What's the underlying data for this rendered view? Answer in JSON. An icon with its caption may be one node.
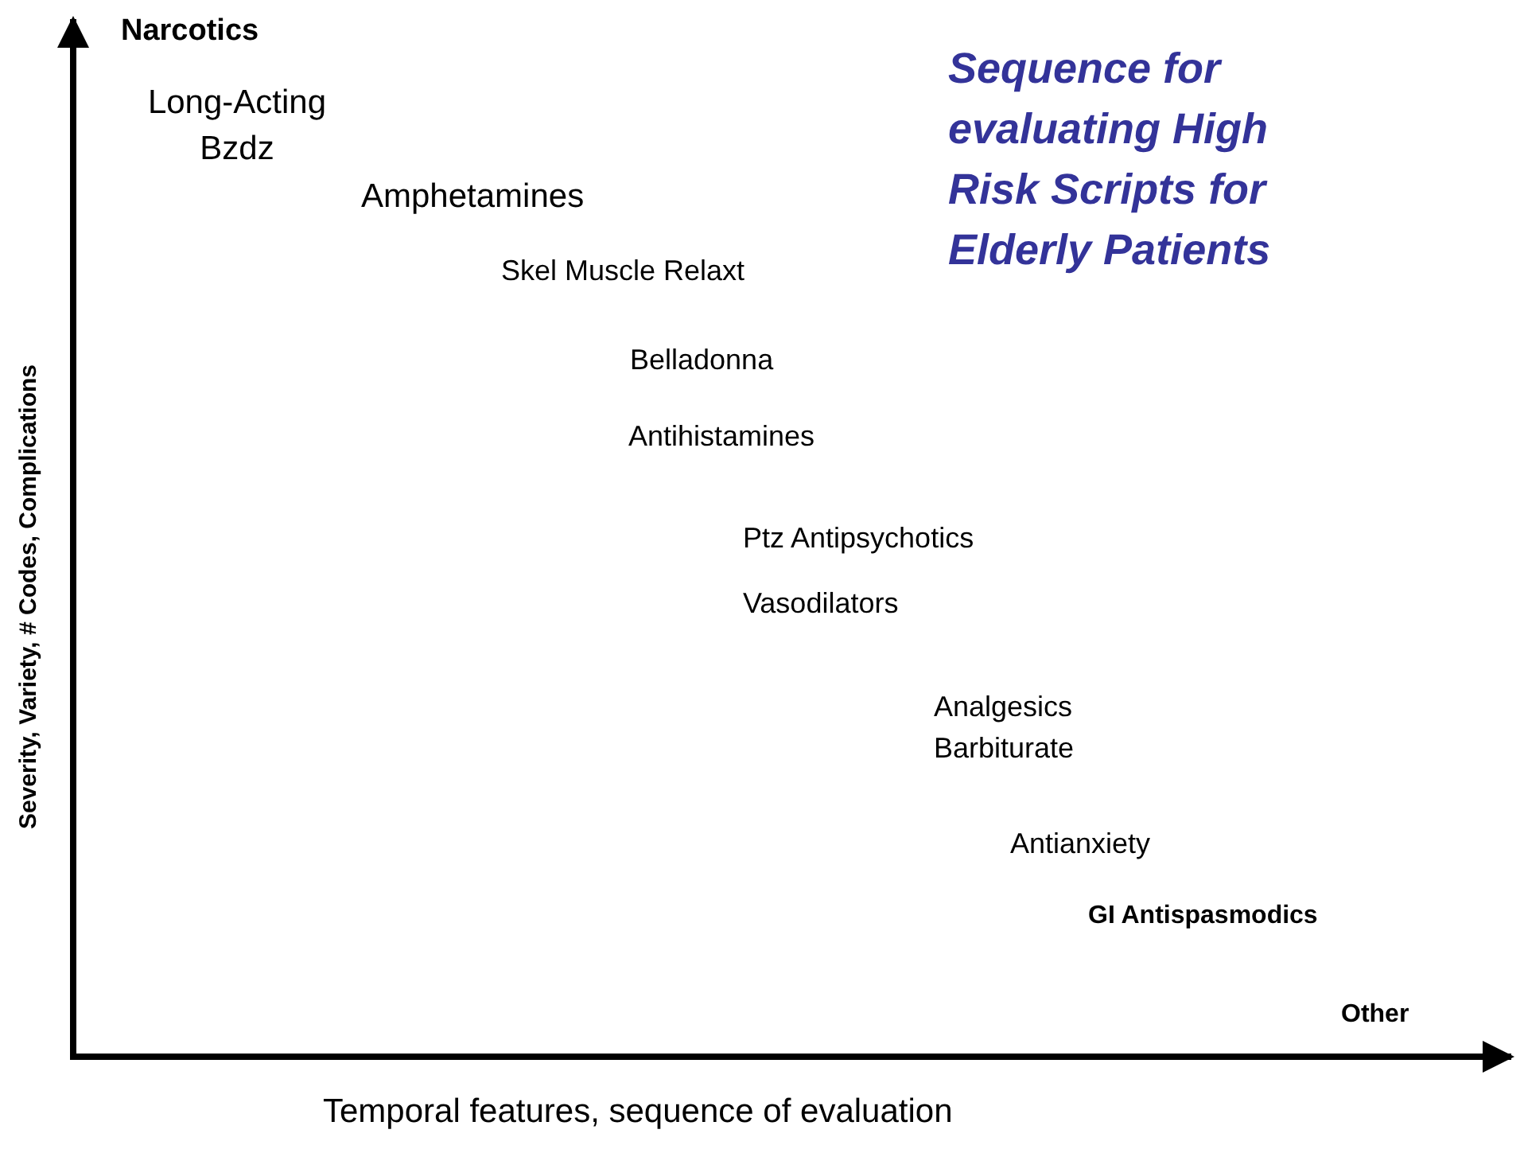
{
  "diagram": {
    "title": "Sequence for evaluating High Risk Scripts for Elderly Patients",
    "labels": [
      "Narcotics",
      "Long-Acting Bzdz",
      "Amphetamines",
      "Skel Muscle Relaxt",
      "Belladonna",
      "Antihistamines",
      "Ptz Antipsychotics",
      "Vasodilators",
      "Analgesics",
      "Barbiturate",
      "Antianxiety",
      "GI Antispasmodics",
      "Other",
      "Severity, Variety, # Codes, Complications",
      "Temporal features, sequence of evaluation"
    ]
  }
}
